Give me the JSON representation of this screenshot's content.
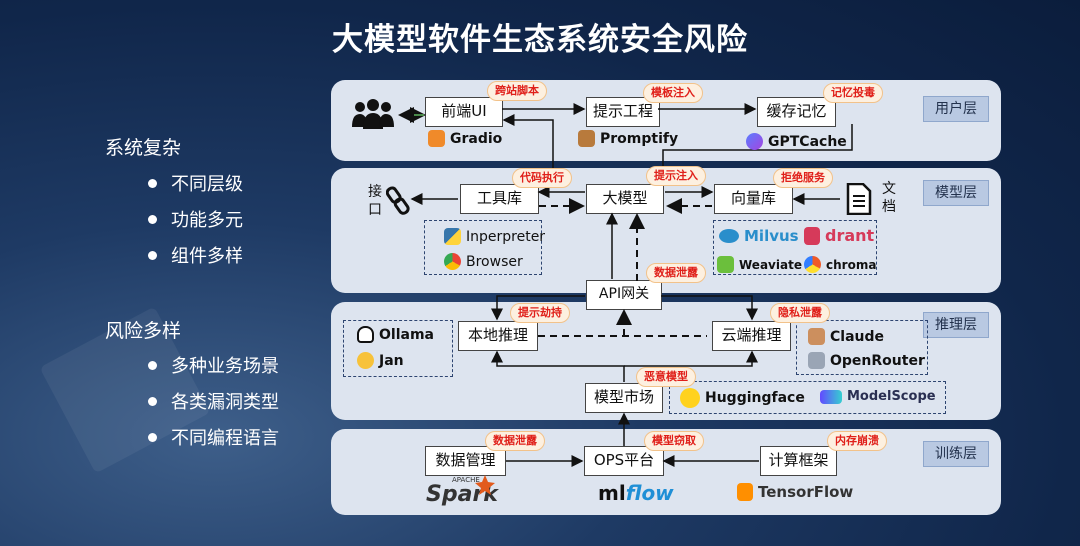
{
  "title": "大模型软件生态系统安全风险",
  "left": {
    "complexity_heading": "系统复杂",
    "complexity_items": [
      "不同层级",
      "功能多元",
      "组件多样"
    ],
    "risk_heading": "风险多样",
    "risk_items": [
      "多种业务场景",
      "各类漏洞类型",
      "不同编程语言"
    ]
  },
  "layers": {
    "user": "用户层",
    "model": "模型层",
    "inference": "推理层",
    "training": "训练层"
  },
  "nodes": {
    "frontend": "前端UI",
    "prompt_eng": "提示工程",
    "cache_mem": "缓存记忆",
    "toolbox": "工具库",
    "llm": "大模型",
    "vector_db": "向量库",
    "api_gateway": "API网关",
    "local_infer": "本地推理",
    "cloud_infer": "云端推理",
    "model_market": "模型市场",
    "data_mgmt": "数据管理",
    "ops": "OPS平台",
    "compute_fw": "计算框架"
  },
  "risks": {
    "xss": "跨站脚本",
    "template_inject": "模板注入",
    "memory_poison": "记忆投毒",
    "code_exec": "代码执行",
    "prompt_inject": "提示注入",
    "refuse_service": "拒绝服务",
    "data_leak_api": "数据泄露",
    "prompt_hijack": "提示劫持",
    "privacy_leak": "隐私泄露",
    "malicious_model": "恶意模型",
    "data_leak_train": "数据泄露",
    "model_theft": "模型窃取",
    "memory_crash": "内存崩溃"
  },
  "tools": {
    "gradio": "Gradio",
    "promptify": "Promptify",
    "gptcache": "GPTCache",
    "inperpreter": "Inperpreter",
    "browser": "Browser",
    "milvus": "Milvus",
    "qdrant": "drant",
    "weaviate": "Weaviate",
    "chroma": "chroma",
    "ollama": "Ollama",
    "jan": "Jan",
    "claude": "Claude",
    "openrouter": "OpenRouter",
    "huggingface": "Huggingface",
    "modelscope": "ModelScope",
    "spark": "Spark",
    "spark_apache": "APACHE",
    "mlflow_ml": "ml",
    "mlflow_flow": "flow",
    "tensorflow": "TensorFlow"
  },
  "side_labels": {
    "interface": "接口",
    "document": "文档"
  },
  "colors": {
    "risk_text": "#e0201a",
    "layer_bg": "#dde4ef",
    "layer_label_bg": "#b9c9e2",
    "background": "#10264a"
  },
  "icons": [
    "users-icon",
    "link-icon",
    "document-icon",
    "gradio-logo",
    "promptify-logo",
    "gptcache-logo",
    "python-logo",
    "chrome-logo",
    "milvus-logo",
    "qdrant-logo",
    "weaviate-logo",
    "chroma-logo",
    "ollama-logo",
    "jan-logo",
    "claude-logo",
    "openrouter-logo",
    "huggingface-logo",
    "modelscope-logo",
    "spark-logo",
    "mlflow-logo",
    "tensorflow-logo"
  ]
}
